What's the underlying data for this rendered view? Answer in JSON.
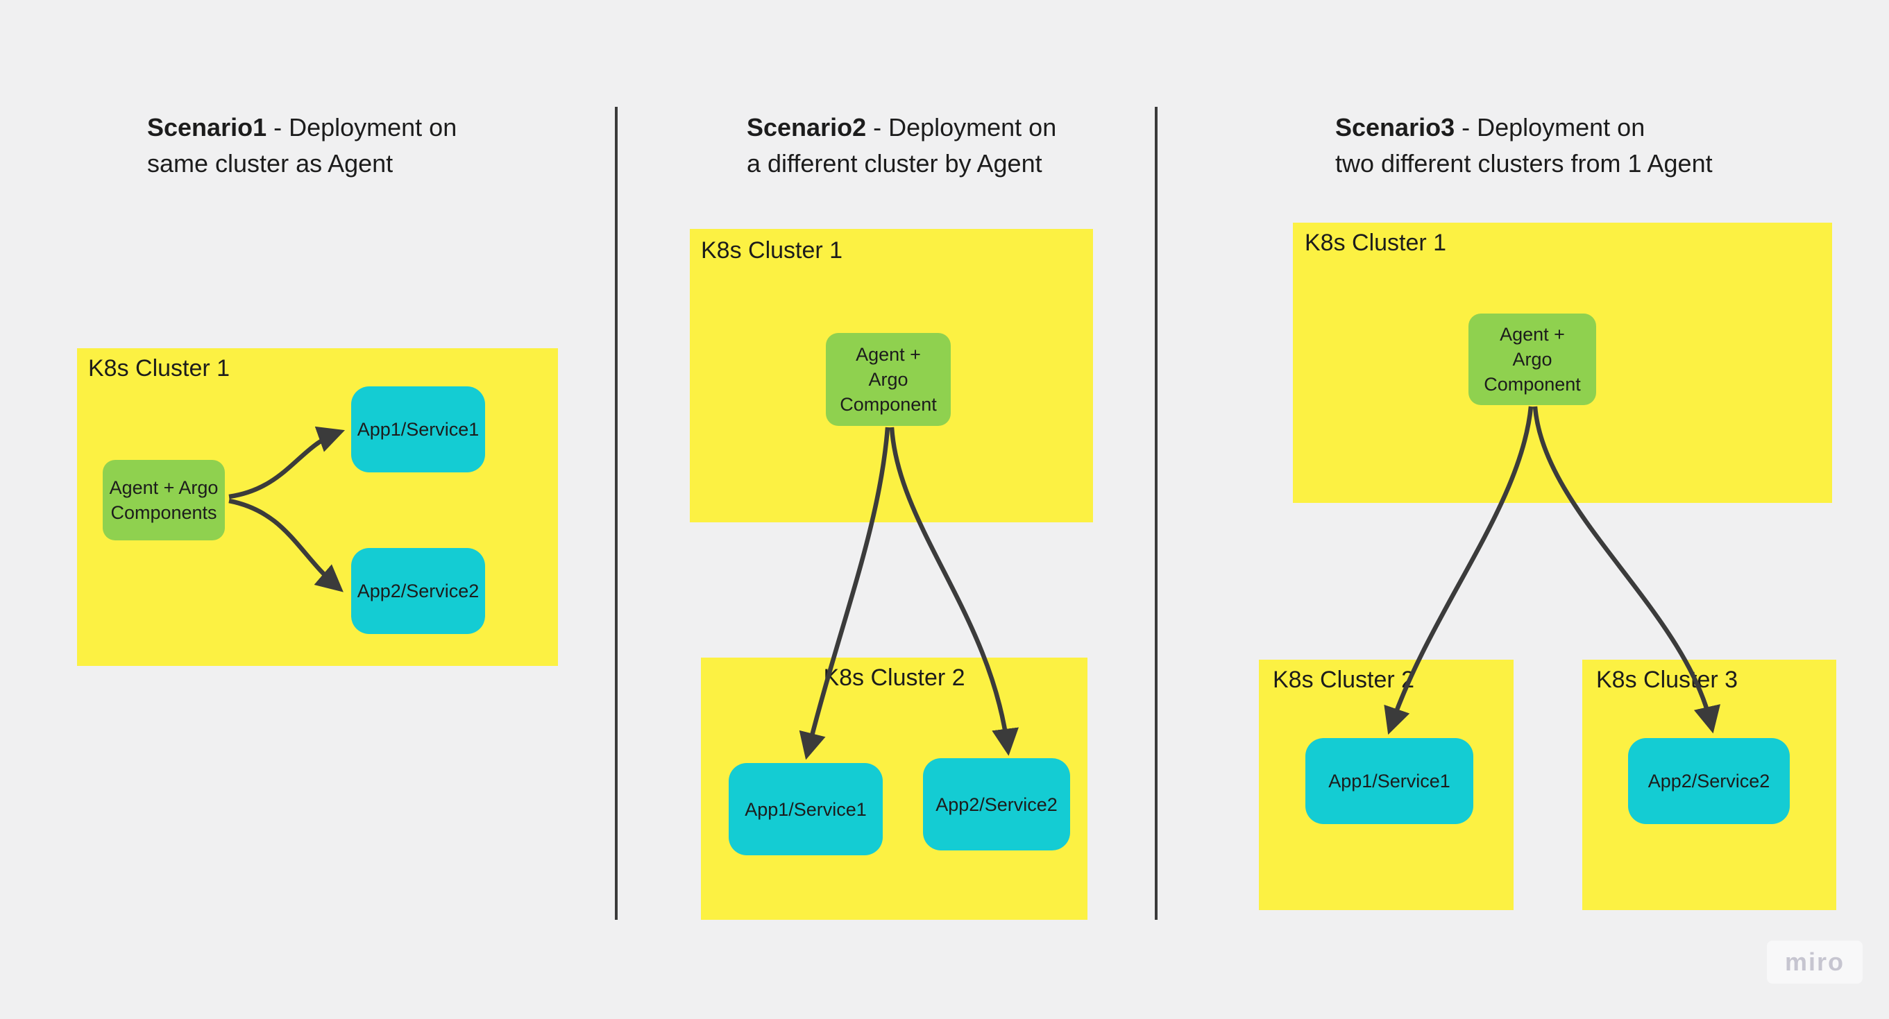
{
  "colors": {
    "background": "#f0f0f1",
    "sticky_yellow": "#fcf143",
    "node_green": "#8fd14f",
    "node_cyan": "#14ccd3",
    "connector": "#3b3b3b",
    "text": "#1c1c1c",
    "watermark_text": "#c6c5d0"
  },
  "watermark": {
    "label": "miro"
  },
  "scenarios": [
    {
      "title": {
        "bold": "Scenario1",
        "rest": " - Deployment on",
        "line2": "same cluster as Agent"
      },
      "cluster1": {
        "label": "K8s Cluster 1"
      },
      "agent": {
        "label": "Agent + Argo\nComponents"
      },
      "app1": {
        "label": "App1/Service1"
      },
      "app2": {
        "label": "App2/Service2"
      }
    },
    {
      "title": {
        "bold": "Scenario2",
        "rest": " - Deployment on",
        "line2": "a different cluster by Agent"
      },
      "cluster1": {
        "label": "K8s Cluster 1"
      },
      "agent": {
        "label": "Agent +\nArgo\nComponent"
      },
      "cluster2": {
        "label": "K8s Cluster 2"
      },
      "app1": {
        "label": "App1/Service1"
      },
      "app2": {
        "label": "App2/Service2"
      }
    },
    {
      "title": {
        "bold": "Scenario3",
        "rest": " - Deployment on",
        "line2": "two different clusters from 1 Agent"
      },
      "cluster1": {
        "label": "K8s Cluster 1"
      },
      "agent": {
        "label": "Agent +\nArgo\nComponent"
      },
      "cluster2": {
        "label": "K8s Cluster 2"
      },
      "cluster3": {
        "label": "K8s Cluster 3"
      },
      "app1": {
        "label": "App1/Service1"
      },
      "app2": {
        "label": "App2/Service2"
      }
    }
  ]
}
